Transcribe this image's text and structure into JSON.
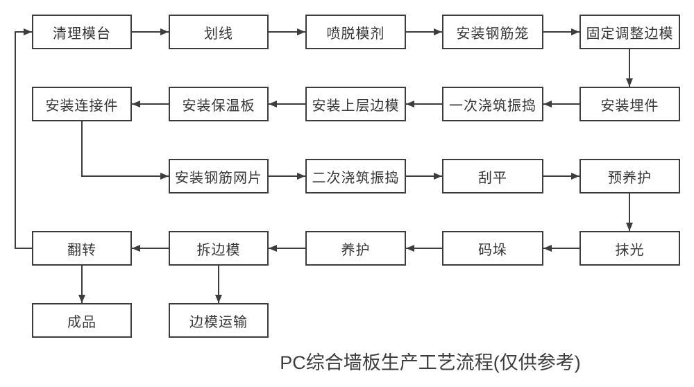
{
  "diagram": {
    "caption": "PC综合墙板生产工艺流程(仅供参考)",
    "nodes": [
      {
        "id": "clean-mold-table",
        "label": "清理模台"
      },
      {
        "id": "marking",
        "label": "划线"
      },
      {
        "id": "spray-release-agent",
        "label": "喷脱模剂"
      },
      {
        "id": "install-rebar-cage",
        "label": "安装钢筋笼"
      },
      {
        "id": "fix-adjust-side-form",
        "label": "固定调整边模"
      },
      {
        "id": "install-embedded-parts",
        "label": "安装埋件"
      },
      {
        "id": "first-pour-vibrate",
        "label": "一次浇筑振捣"
      },
      {
        "id": "install-upper-side-form",
        "label": "安装上层边模"
      },
      {
        "id": "install-insulation",
        "label": "安装保温板"
      },
      {
        "id": "install-connectors",
        "label": "安装连接件"
      },
      {
        "id": "install-rebar-mesh",
        "label": "安装钢筋网片"
      },
      {
        "id": "second-pour-vibrate",
        "label": "二次浇筑振捣"
      },
      {
        "id": "screeding",
        "label": "刮平"
      },
      {
        "id": "pre-curing",
        "label": "预养护"
      },
      {
        "id": "trowelling",
        "label": "抹光"
      },
      {
        "id": "stacking",
        "label": "码垛"
      },
      {
        "id": "curing",
        "label": "养护"
      },
      {
        "id": "remove-side-form",
        "label": "拆边模"
      },
      {
        "id": "flip",
        "label": "翻转"
      },
      {
        "id": "finished-product",
        "label": "成品"
      },
      {
        "id": "side-form-transport",
        "label": "边模运输"
      }
    ],
    "edges": [
      {
        "from": "清理模台",
        "to": "划线"
      },
      {
        "from": "划线",
        "to": "喷脱模剂"
      },
      {
        "from": "喷脱模剂",
        "to": "安装钢筋笼"
      },
      {
        "from": "安装钢筋笼",
        "to": "固定调整边模"
      },
      {
        "from": "固定调整边模",
        "to": "安装埋件"
      },
      {
        "from": "安装埋件",
        "to": "一次浇筑振捣"
      },
      {
        "from": "一次浇筑振捣",
        "to": "安装上层边模"
      },
      {
        "from": "安装上层边模",
        "to": "安装保温板"
      },
      {
        "from": "安装保温板",
        "to": "安装连接件"
      },
      {
        "from": "安装连接件",
        "to": "安装钢筋网片"
      },
      {
        "from": "安装钢筋网片",
        "to": "二次浇筑振捣"
      },
      {
        "from": "二次浇筑振捣",
        "to": "刮平"
      },
      {
        "from": "刮平",
        "to": "预养护"
      },
      {
        "from": "预养护",
        "to": "抹光"
      },
      {
        "from": "抹光",
        "to": "码垛"
      },
      {
        "from": "码垛",
        "to": "养护"
      },
      {
        "from": "养护",
        "to": "拆边模"
      },
      {
        "from": "拆边模",
        "to": "翻转"
      },
      {
        "from": "翻转",
        "to": "成品"
      },
      {
        "from": "拆边模",
        "to": "边模运输"
      },
      {
        "from": "翻转",
        "to": "清理模台"
      }
    ],
    "colors": {
      "line": "#3d3d3d",
      "text": "#363636",
      "background": "#ffffff"
    }
  }
}
